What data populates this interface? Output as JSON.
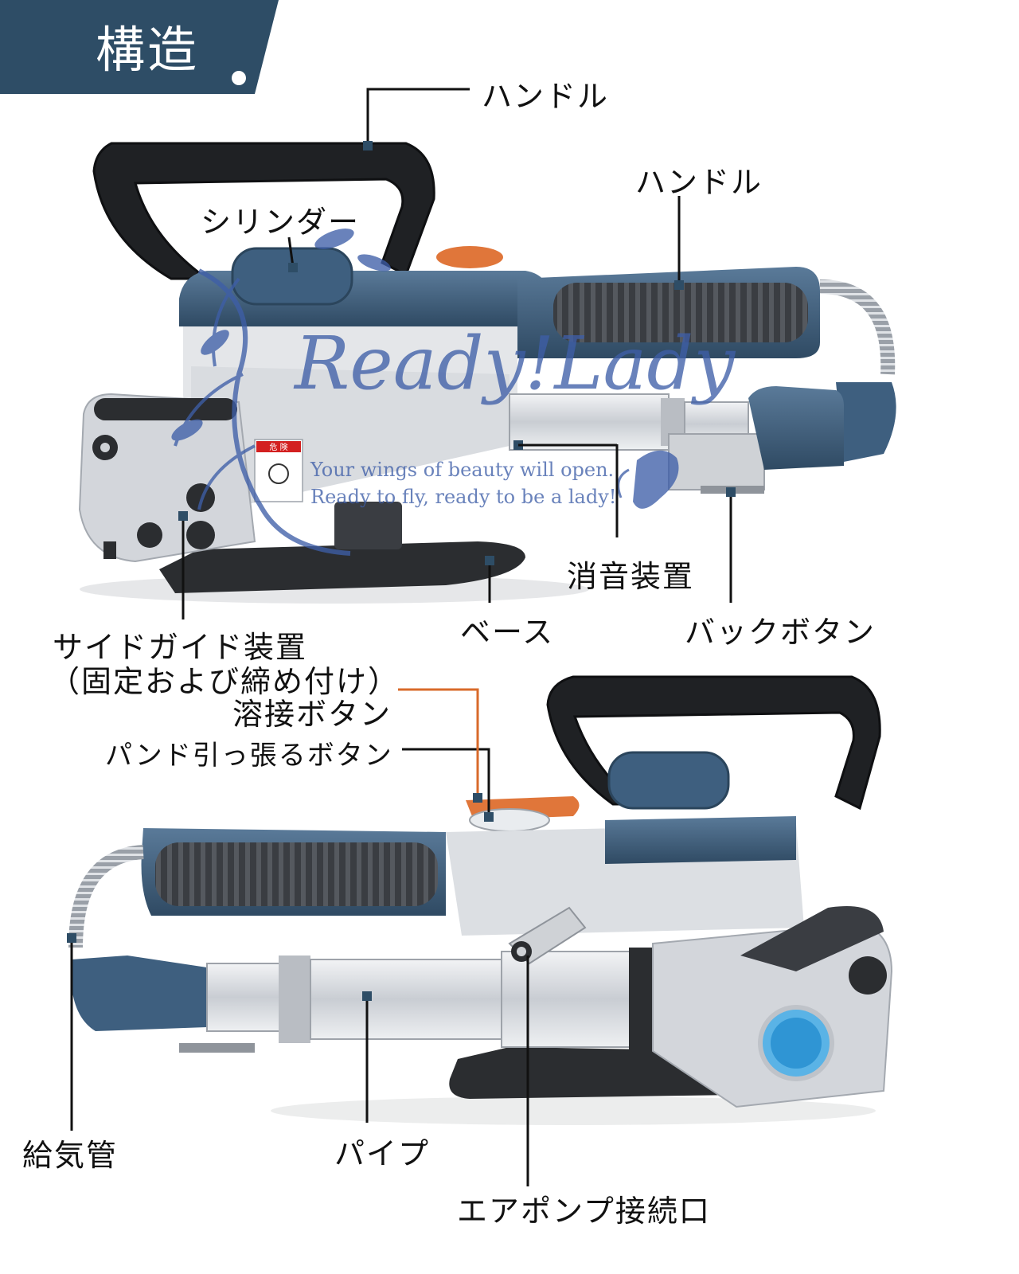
{
  "title": "構造",
  "colors": {
    "banner": "#2e4d66",
    "tool_blue": "#3e5f7f",
    "grip": "#3a3d42",
    "metal": "#d3d6db",
    "button_orange": "#e0763a",
    "leader_orange": "#d86a2a",
    "leader_black": "#111111",
    "watermark": "#3f5fa8"
  },
  "watermark": {
    "brand": "Ready!Lady",
    "line1": "Your wings of beauty will open.",
    "line2": "Ready to fly, ready to be a lady!"
  },
  "warning_tag": "危 険",
  "labels": {
    "handle_top": "ハンドル",
    "handle_grip": "ハンドル",
    "cylinder": "シリンダー",
    "muffler": "消音装置",
    "back_button": "バックボタン",
    "base": "ベース",
    "side_guide_line1": "サイドガイド装置",
    "side_guide_line2": "（固定および締め付け）",
    "weld_button": "溶接ボタン",
    "tension_button": "パンド引っ張るボタン",
    "air_tube": "給気管",
    "pipe": "パイプ",
    "air_port": "エアポンプ接続口"
  }
}
